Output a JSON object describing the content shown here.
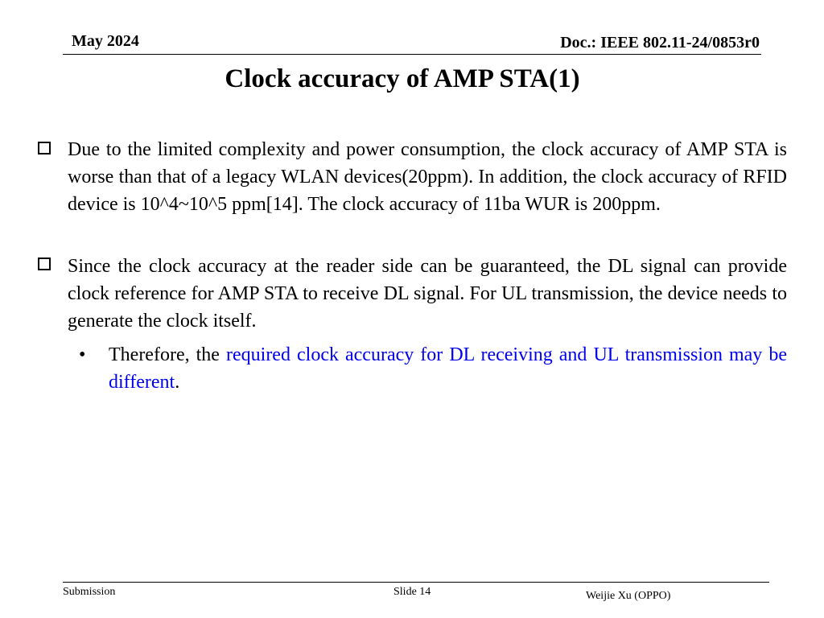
{
  "header": {
    "date": "May 2024",
    "doc_id": "Doc.: IEEE 802.11-24/0853r0"
  },
  "slide": {
    "title": "Clock accuracy of AMP STA(1)",
    "bullets": [
      {
        "text": "Due to the limited complexity and power consumption,  the clock accuracy of AMP STA is worse than that of a legacy WLAN devices(20ppm). In addition, the clock accuracy of RFID device is 10^4~10^5 ppm[14]. The clock accuracy of 11ba WUR is 200ppm."
      },
      {
        "text": "Since the clock accuracy at the reader side can be guaranteed, the DL signal can provide clock reference for AMP STA to receive DL signal. For UL transmission, the device needs to generate the clock itself."
      }
    ],
    "sub_bullet": {
      "marker": "•",
      "prefix": "Therefore, the ",
      "highlight": "required clock accuracy for DL receiving and UL transmission may be different",
      "suffix": "."
    },
    "highlight_color": "#0000ee"
  },
  "footer": {
    "left": "Submission",
    "center": "Slide 14",
    "right": "Weijie Xu (OPPO)"
  }
}
